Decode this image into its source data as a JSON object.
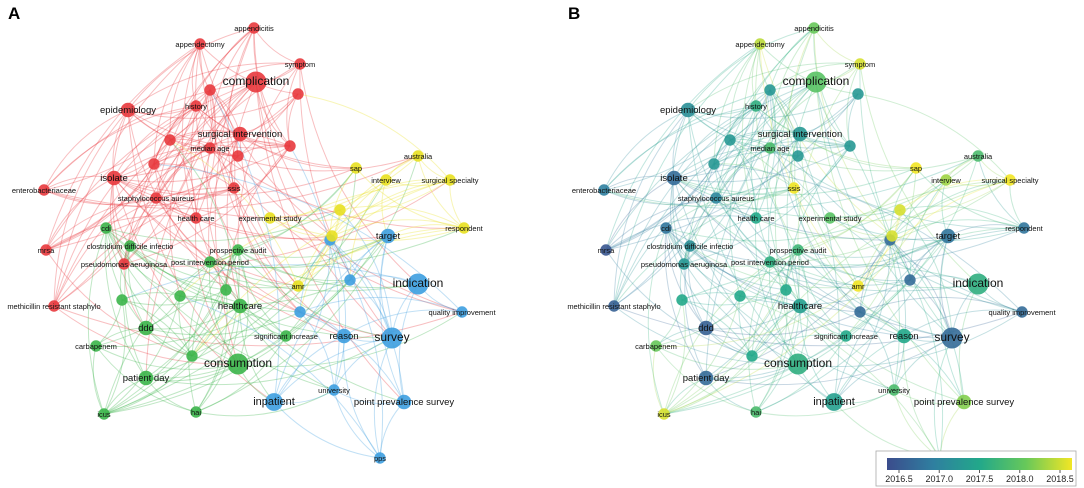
{
  "panels": [
    {
      "letter": "A",
      "coloring": "cluster"
    },
    {
      "letter": "B",
      "coloring": "year"
    }
  ],
  "clusters": {
    "red": "#e8383d",
    "green": "#3bb54a",
    "blue": "#3d9ee0",
    "yellow": "#e8e020"
  },
  "nodes": [
    {
      "label": "appendicitis",
      "cluster": "red",
      "year": 2018.0,
      "weight": 2
    },
    {
      "label": "appendectomy",
      "cluster": "red",
      "year": 2018.3,
      "weight": 2
    },
    {
      "label": "complication",
      "cluster": "red",
      "year": 2017.9,
      "weight": 5
    },
    {
      "label": "symptom",
      "cluster": "red",
      "year": 2018.4,
      "weight": 2
    },
    {
      "label": "epidemiology",
      "cluster": "red",
      "year": 2017.2,
      "weight": 3
    },
    {
      "label": "history",
      "cluster": "red",
      "year": 2017.6,
      "weight": 2
    },
    {
      "label": "surgical intervention",
      "cluster": "red",
      "year": 2017.3,
      "weight": 3
    },
    {
      "label": "median age",
      "cluster": "red",
      "year": 2017.8,
      "weight": 2
    },
    {
      "label": "isolate",
      "cluster": "red",
      "year": 2016.8,
      "weight": 3
    },
    {
      "label": "enterobacteriaceae",
      "cluster": "red",
      "year": 2017.0,
      "weight": 2
    },
    {
      "label": "staphylococcus aureus",
      "cluster": "red",
      "year": 2017.1,
      "weight": 2
    },
    {
      "label": "ssis",
      "cluster": "red",
      "year": 2018.5,
      "weight": 2
    },
    {
      "label": "health care",
      "cluster": "red",
      "year": 2017.5,
      "weight": 2
    },
    {
      "label": "mrsa",
      "cluster": "red",
      "year": 2016.6,
      "weight": 2
    },
    {
      "label": "pseudomonas aeruginosa",
      "cluster": "red",
      "year": 2017.3,
      "weight": 2
    },
    {
      "label": "methicillin resistant staphylo",
      "cluster": "red",
      "year": 2016.7,
      "weight": 2
    },
    {
      "label": "cdi",
      "cluster": "green",
      "year": 2016.9,
      "weight": 2
    },
    {
      "label": "clostridium difficile infectio",
      "cluster": "green",
      "year": 2017.2,
      "weight": 2
    },
    {
      "label": "post intervention period",
      "cluster": "green",
      "year": 2017.6,
      "weight": 2
    },
    {
      "label": "ddd",
      "cluster": "green",
      "year": 2016.7,
      "weight": 3
    },
    {
      "label": "carbapenem",
      "cluster": "green",
      "year": 2018.0,
      "weight": 2
    },
    {
      "label": "patient day",
      "cluster": "green",
      "year": 2016.8,
      "weight": 3
    },
    {
      "label": "consumption",
      "cluster": "green",
      "year": 2017.6,
      "weight": 5
    },
    {
      "label": "icus",
      "cluster": "green",
      "year": 2018.4,
      "weight": 2
    },
    {
      "label": "hai",
      "cluster": "green",
      "year": 2017.8,
      "weight": 2
    },
    {
      "label": "prospective audit",
      "cluster": "green",
      "year": 2017.7,
      "weight": 2
    },
    {
      "label": "healthcare",
      "cluster": "green",
      "year": 2017.4,
      "weight": 3
    },
    {
      "label": "significant increase",
      "cluster": "green",
      "year": 2017.5,
      "weight": 2
    },
    {
      "label": "experimental study",
      "cluster": "yellow",
      "year": 2017.9,
      "weight": 2
    },
    {
      "label": "australia",
      "cluster": "yellow",
      "year": 2017.8,
      "weight": 2
    },
    {
      "label": "sap",
      "cluster": "yellow",
      "year": 2018.5,
      "weight": 2
    },
    {
      "label": "interview",
      "cluster": "yellow",
      "year": 2018.2,
      "weight": 2
    },
    {
      "label": "surgical specialty",
      "cluster": "yellow",
      "year": 2018.5,
      "weight": 2
    },
    {
      "label": "respondent",
      "cluster": "yellow",
      "year": 2016.9,
      "weight": 2
    },
    {
      "label": "amr",
      "cluster": "yellow",
      "year": 2018.5,
      "weight": 2
    },
    {
      "label": "target",
      "cluster": "blue",
      "year": 2016.9,
      "weight": 3
    },
    {
      "label": "indication",
      "cluster": "blue",
      "year": 2017.6,
      "weight": 5
    },
    {
      "label": "quality improvement",
      "cluster": "blue",
      "year": 2016.8,
      "weight": 2
    },
    {
      "label": "reason",
      "cluster": "blue",
      "year": 2017.5,
      "weight": 3
    },
    {
      "label": "survey",
      "cluster": "blue",
      "year": 2016.8,
      "weight": 5
    },
    {
      "label": "inpatient",
      "cluster": "blue",
      "year": 2017.4,
      "weight": 4
    },
    {
      "label": "university",
      "cluster": "blue",
      "year": 2017.8,
      "weight": 2
    },
    {
      "label": "point prevalence survey",
      "cluster": "blue",
      "year": 2018.1,
      "weight": 3
    },
    {
      "label": "pps",
      "cluster": "blue",
      "year": 2018.3,
      "weight": 2
    }
  ],
  "colorbar": {
    "ticks": [
      "2016.5",
      "2017.0",
      "2017.5",
      "2018.0",
      "2018.5"
    ],
    "range": [
      2016.5,
      2018.5
    ],
    "stops": [
      "#3b4c8c",
      "#2f7fa0",
      "#22a88a",
      "#67c85a",
      "#f2e625"
    ]
  }
}
